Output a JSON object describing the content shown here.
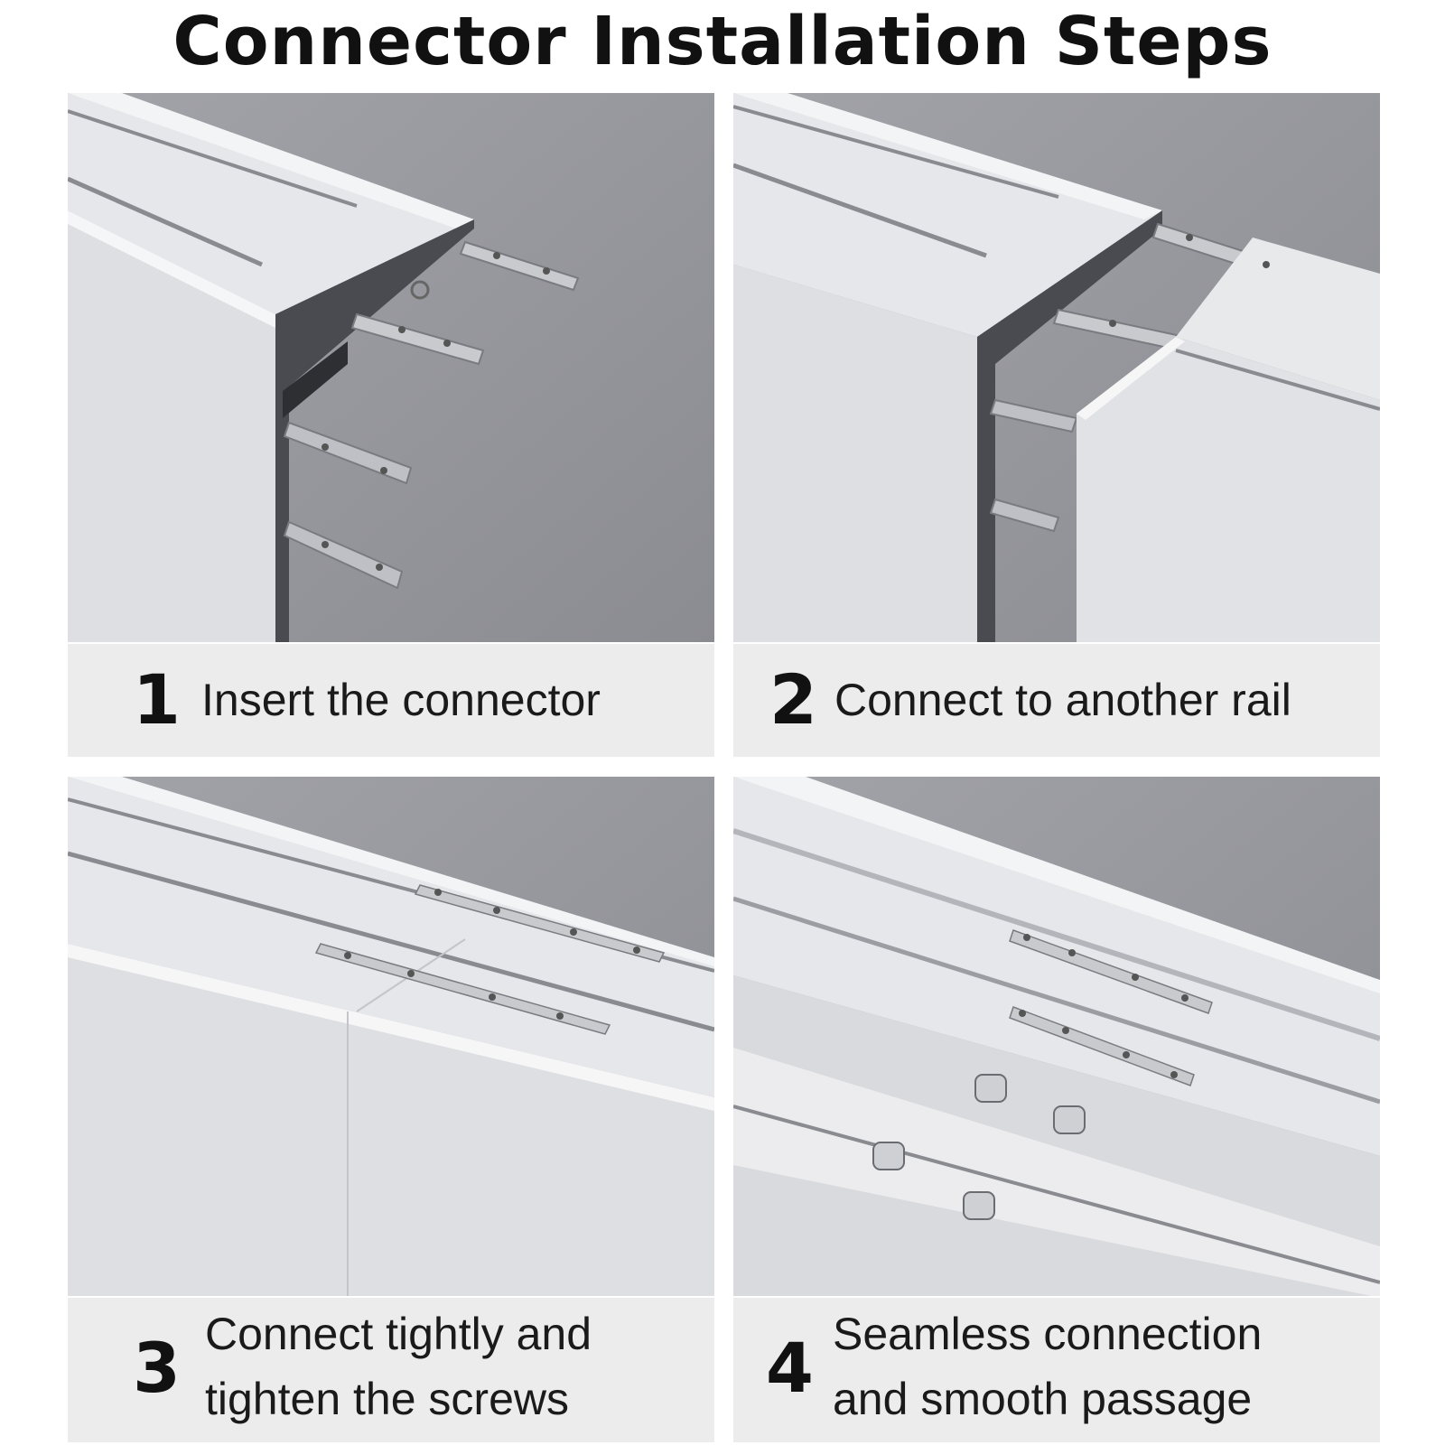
{
  "title": "Connector Installation Steps",
  "colors": {
    "background": "#ffffff",
    "photo_backdrop": "#8f9096",
    "rail_aluminum": "#e8e9eb",
    "caption_band": "#ececed",
    "text": "#111111"
  },
  "steps": [
    {
      "number": "1",
      "lines": [
        "Insert the connector"
      ]
    },
    {
      "number": "2",
      "lines": [
        "Connect to another rail"
      ]
    },
    {
      "number": "3",
      "lines": [
        "Connect tightly and",
        "tighten the screws"
      ]
    },
    {
      "number": "4",
      "lines": [
        "Seamless connection",
        "and smooth passage"
      ]
    }
  ]
}
